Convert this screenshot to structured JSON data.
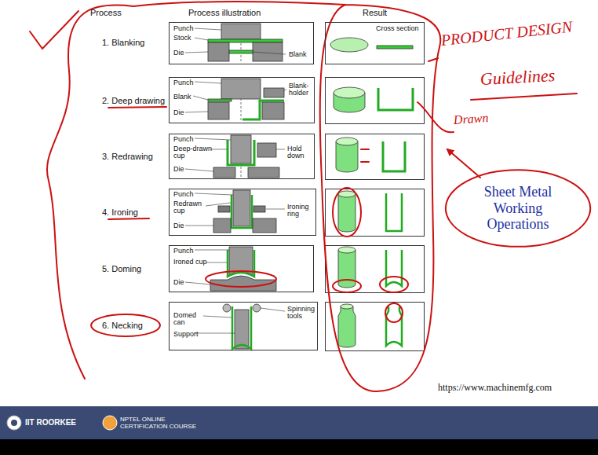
{
  "diagram": {
    "nodes": [
      {
        "text": [
          "Punch",
          "Stock",
          "Die",
          "Blank"
        ]
      },
      {
        "text": [
          "Punch",
          "Blank",
          "Die",
          "Blank-holder"
        ]
      },
      {
        "text": [
          "Punch",
          "Deep-drawn cup",
          "Die",
          "Hold down"
        ]
      },
      {
        "text": [
          "Punch",
          "Redrawn cup",
          "Die",
          "Ironing ring"
        ]
      },
      {
        "text": [
          "Punch",
          "Ironed cup",
          "Die"
        ]
      },
      {
        "text": [
          "Domed can",
          "Support",
          "Spinning tools"
        ]
      },
      {
        "text": [
          "Cross section"
        ]
      },
      {
        "text": [
          "Sheet Metal Working Operations"
        ]
      }
    ],
    "labels": [
      "Process",
      "Process illustration",
      "Result",
      "1. Blanking",
      "2. Deep drawing",
      "3. Redrawing",
      "4. Ironing",
      "5. Doming",
      "6. Necking",
      "PRODUCT DESIGN",
      "Guidelines",
      "Drawn",
      "https://www.machinemfg.com",
      "IIT ROORKEE",
      "NPTEL ONLINE CERTIFICATION COURSE"
    ]
  }
}
